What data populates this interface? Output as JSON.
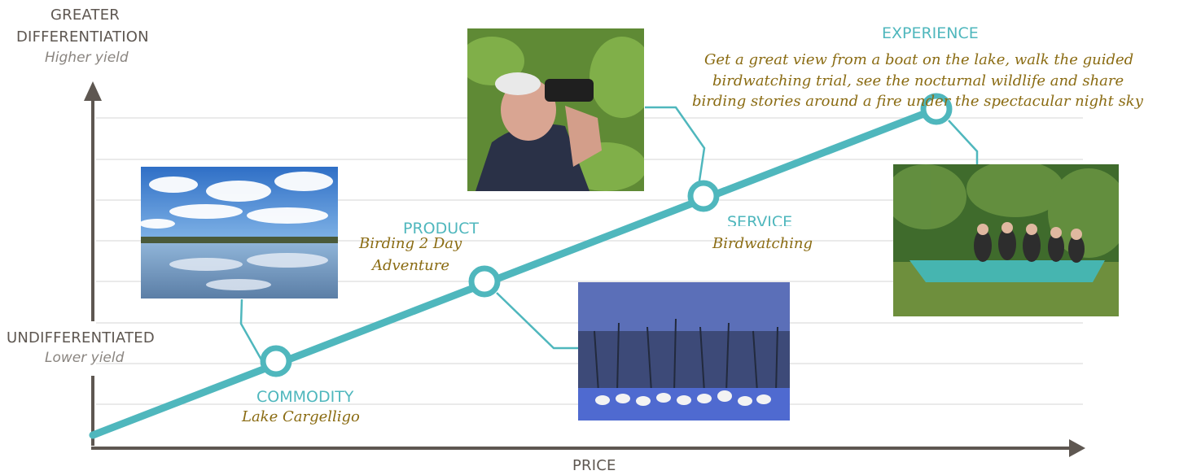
{
  "axes": {
    "y_top_line1": "GREATER",
    "y_top_line2": "DIFFERENTIATION",
    "y_top_yield": "Higher yield",
    "y_bottom": "UNDIFFERENTIATED",
    "y_bottom_yield": "Lower yield",
    "x_label": "PRICE"
  },
  "stages": [
    {
      "label": "COMMODITY",
      "caption": "Lake Cargelligo"
    },
    {
      "label": "PRODUCT",
      "caption_line1": "Birding 2 Day",
      "caption_line2": "Adventure"
    },
    {
      "label": "SERVICE",
      "caption": "Birdwatching"
    },
    {
      "label": "EXPERIENCE",
      "caption_line1": "Get a great view from a boat on the lake, walk the guided",
      "caption_line2": "birdwatching trial, see the nocturnal wildlife and share",
      "caption_line3": "birding stories around a fire under the spectacular night sky"
    }
  ],
  "colors": {
    "accent": "#4fb7bd",
    "axis": "#5e5751",
    "caption": "#8a6b12",
    "grid": "#e4e4e4"
  }
}
